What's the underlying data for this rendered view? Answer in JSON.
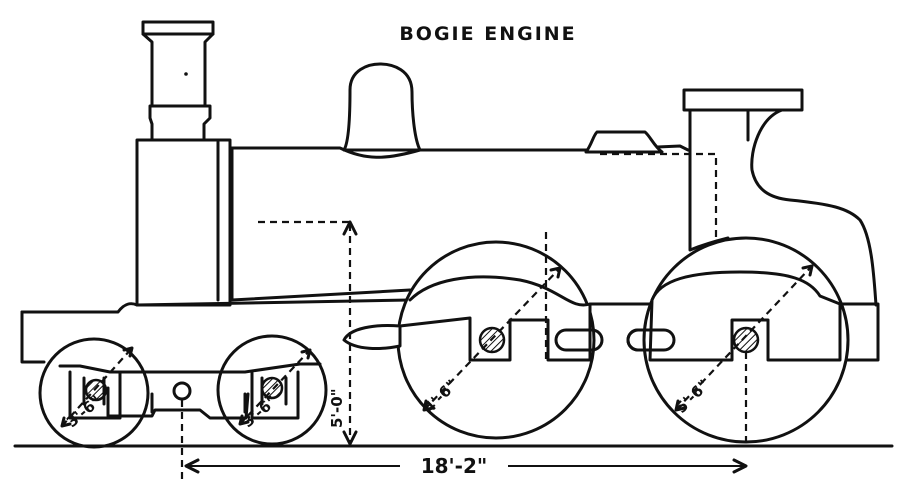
{
  "diagram": {
    "title": "BOGIE ENGINE",
    "dimensions": {
      "bogie_wheel_left": "3'-6\"",
      "bogie_wheel_right": "3'-6\"",
      "driving_wheel_front": "4'-6\"",
      "driving_wheel_rear": "5'-6\"",
      "boiler_height": "5'-0\"",
      "wheelbase": "18'-2\""
    }
  }
}
